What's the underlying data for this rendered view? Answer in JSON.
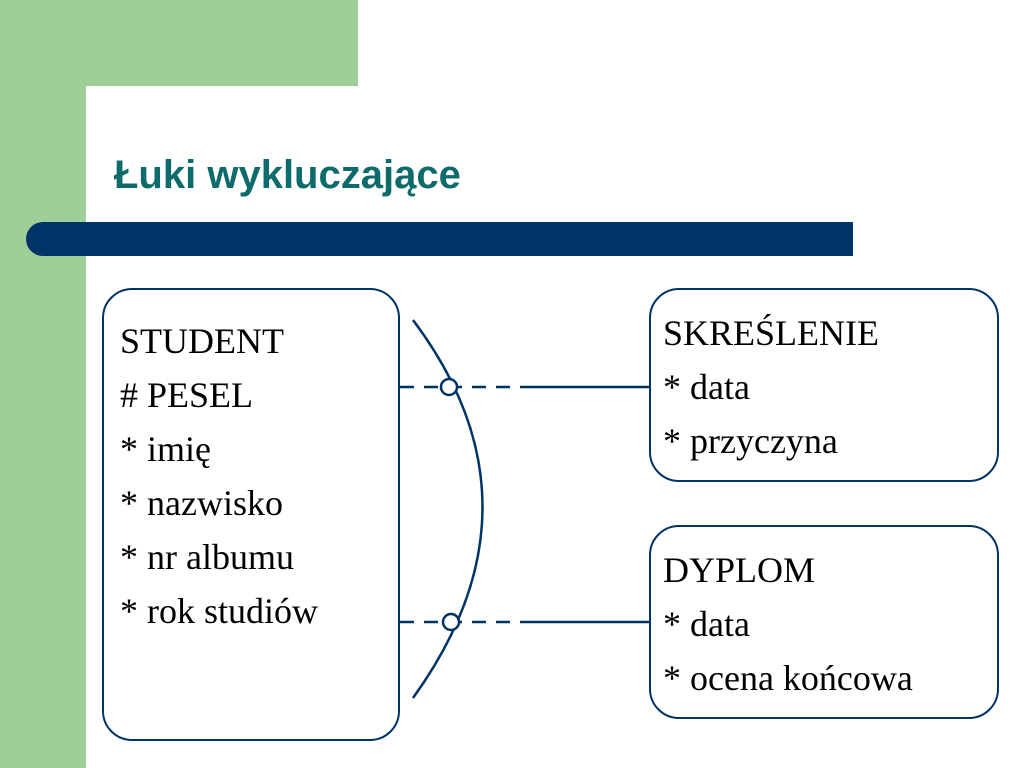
{
  "slide": {
    "title": "Łuki wykluczające"
  },
  "colors": {
    "green": "#9fcf98",
    "title_text": "#0e6b6b",
    "bar": "#003366",
    "box_border": "#003366",
    "line": "#003366"
  },
  "entities": {
    "student": {
      "name": "STUDENT",
      "attributes": [
        "# PESEL",
        "* imię",
        "* nazwisko",
        "* nr albumu",
        "* rok studiów"
      ]
    },
    "skreslenie": {
      "name": "SKREŚLENIE",
      "attributes": [
        "* data",
        "* przyczyna"
      ]
    },
    "dyplom": {
      "name": "DYPLOM",
      "attributes": [
        "* data",
        "* ocena końcowa"
      ]
    }
  },
  "relationships": [
    {
      "from": "student",
      "to": "skreslenie",
      "optional_side": "student",
      "mandatory_side": "skreslenie"
    },
    {
      "from": "student",
      "to": "dyplom",
      "optional_side": "student",
      "mandatory_side": "dyplom"
    }
  ],
  "exclusive_arc": {
    "spans": [
      "student-skreslenie",
      "student-dyplom"
    ]
  }
}
